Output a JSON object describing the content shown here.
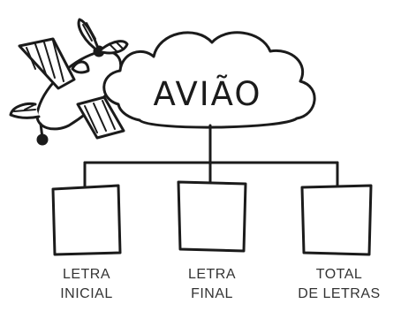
{
  "central_word": "AVIÃO",
  "icon": "airplane-icon",
  "boxes": [
    {
      "line1": "LETRA",
      "line2": "INICIAL"
    },
    {
      "line1": "LETRA",
      "line2": "FINAL"
    },
    {
      "line1": "TOTAL",
      "line2": "DE LETRAS"
    }
  ],
  "colors": {
    "ink": "#1b1b1b",
    "label": "#333333",
    "background": "#ffffff"
  }
}
